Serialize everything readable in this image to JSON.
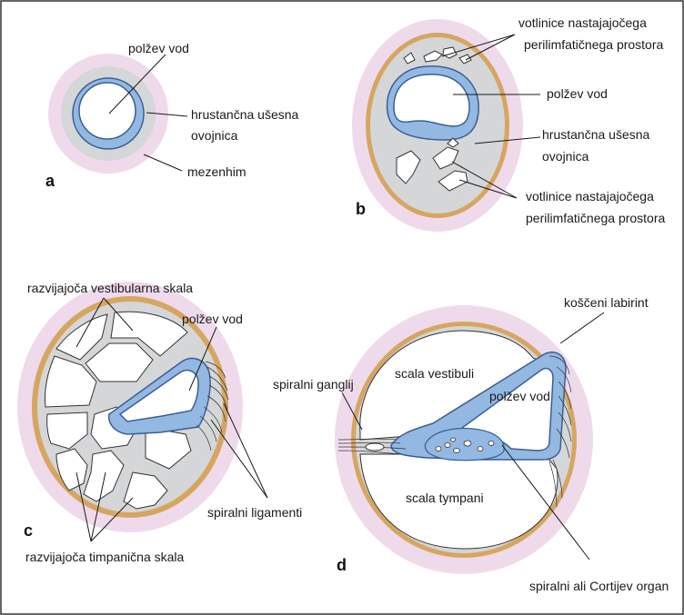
{
  "colors": {
    "mesenchyme": "#efdaec",
    "bone": "#d6a660",
    "cartilage": "#d5d6d8",
    "duct": "#93b8e2",
    "duct_outline": "#3b5e95",
    "space": "#ffffff",
    "frame": "#333333"
  },
  "panels": {
    "a": {
      "letter": "a",
      "labels": {
        "duct": "polžev vod",
        "capsule_line1": "hrustančna ušesna",
        "capsule_line2": "ovojnica",
        "mesenchyme": "mezenhim"
      }
    },
    "b": {
      "letter": "b",
      "labels": {
        "cavities_top_line1": "votlinice nastajajočega",
        "cavities_top_line2": "perilimfatičnega prostora",
        "duct": "polžev vod",
        "capsule_line1": "hrustančna ušesna",
        "capsule_line2": "ovojnica",
        "cavities_bottom_line1": "votlinice nastajajočega",
        "cavities_bottom_line2": "perilimfatičnega prostora"
      }
    },
    "c": {
      "letter": "c",
      "labels": {
        "vestibular": "razvijajoča vestibularna skala",
        "duct": "polžev vod",
        "ligaments": "spiralni ligamenti",
        "tympanic": "razvijajoča timpanična skala"
      }
    },
    "d": {
      "letter": "d",
      "labels": {
        "bony_labyrinth": "koščeni labirint",
        "ganglion": "spiralni ganglij",
        "scala_vestibuli": "scala vestibuli",
        "duct": "polžev vod",
        "scala_tympani": "scala tympani",
        "organ": "spiralni ali Cortijev organ"
      }
    }
  }
}
